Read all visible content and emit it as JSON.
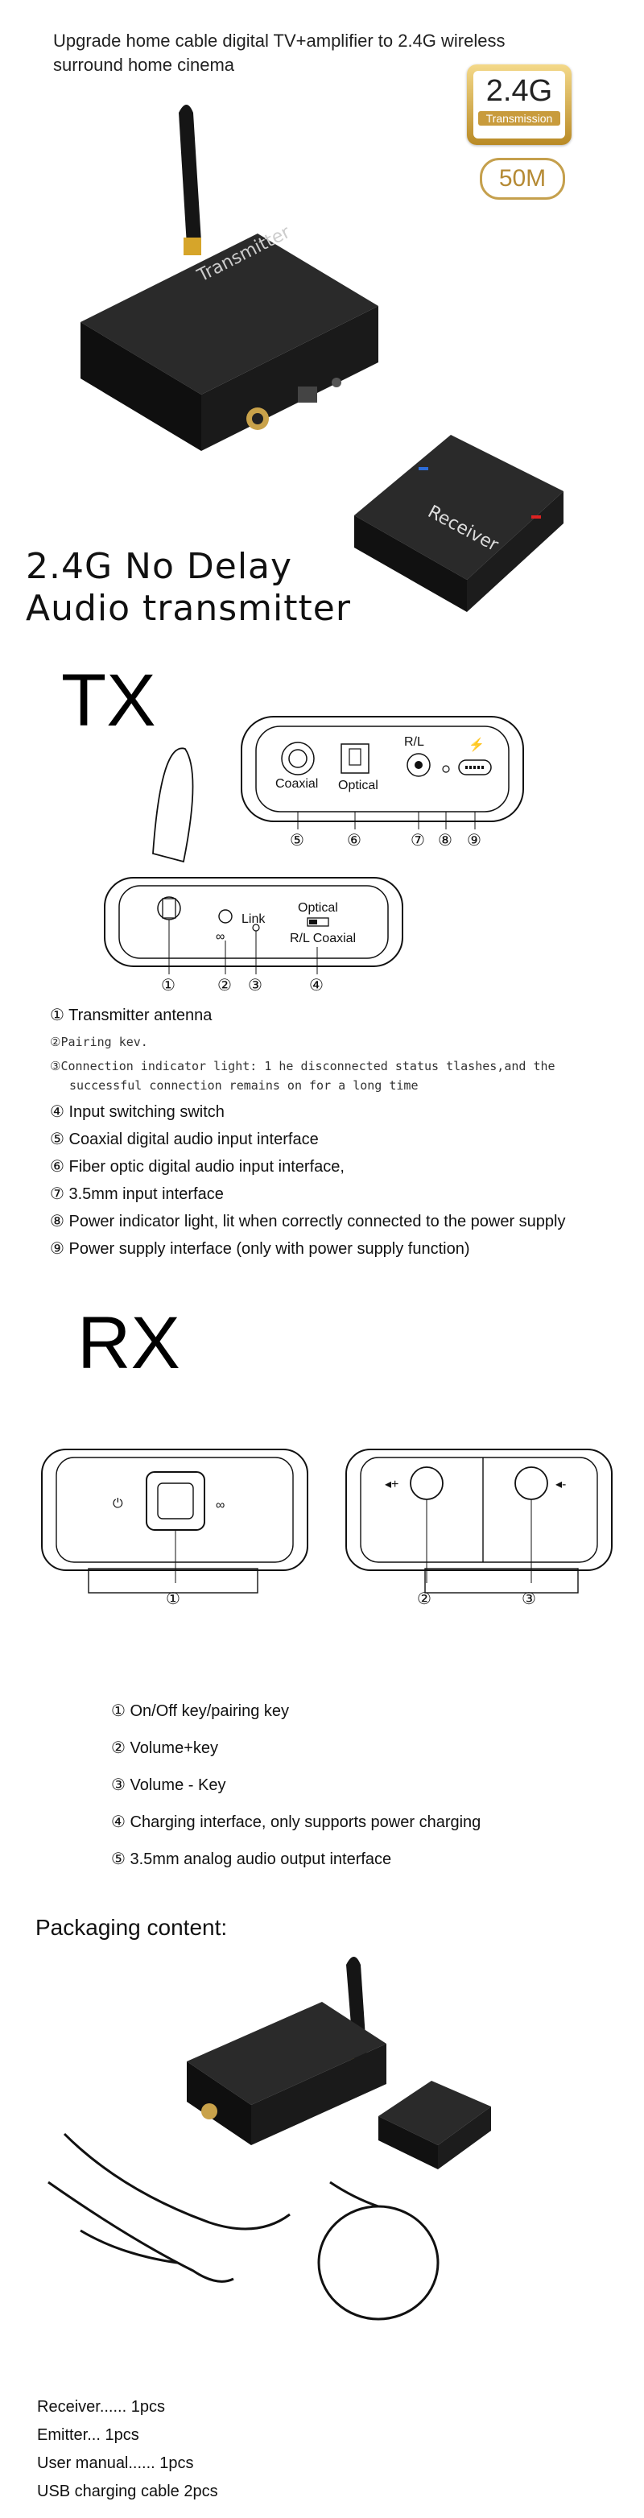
{
  "hero": {
    "title": "Upgrade home cable digital TV+amplifier to 2.4G wireless surround home cinema",
    "badge_main": "2.4G",
    "badge_sub": "Transmission",
    "pill": "50M",
    "transmitter_label": "Transmitter",
    "receiver_label": "Receiver",
    "headline_line1": "2.4G No Delay",
    "headline_line2": "Audio transmitter"
  },
  "tx": {
    "title": "TX",
    "diagram_labels": {
      "coaxial": "Coaxial",
      "optical": "Optical",
      "rl": "R/L",
      "link": "Link",
      "optical_switch": "Optical",
      "rl_coaxial": "R/L  Coaxial"
    },
    "markers": [
      "①",
      "②",
      "③",
      "④",
      "⑤",
      "⑥",
      "⑦",
      "⑧",
      "⑨"
    ],
    "items": [
      {
        "marker": "①",
        "text": "Transmitter antenna",
        "mono": false
      },
      {
        "marker": "②",
        "text": "Pairing kev.",
        "mono": true
      },
      {
        "marker": "③",
        "text": "Connection indicator light: 1 he disconnected status tlashes,and the successful connection remains on for a long time",
        "mono": true
      },
      {
        "marker": "④",
        "text": "Input switching switch",
        "mono": false
      },
      {
        "marker": "⑤",
        "text": "Coaxial digital audio input interface",
        "mono": false
      },
      {
        "marker": "⑥",
        "text": "Fiber optic digital audio input interface,",
        "mono": false
      },
      {
        "marker": "⑦",
        "text": "3.5mm input interface",
        "mono": false
      },
      {
        "marker": "⑧",
        "text": "Power indicator light, lit when correctly connected to the power supply",
        "mono": false
      },
      {
        "marker": "⑨",
        "text": "Power supply interface (only with power supply function)",
        "mono": false
      }
    ]
  },
  "rx": {
    "title": "RX",
    "markers": [
      "①",
      "②",
      "③"
    ],
    "items": [
      {
        "marker": "①",
        "text": "On/Off key/pairing key"
      },
      {
        "marker": "②",
        "text": "Volume+key"
      },
      {
        "marker": "③",
        "text": "Volume - Key"
      },
      {
        "marker": "④",
        "text": "Charging interface, only supports power charging"
      },
      {
        "marker": "⑤",
        "text": "3.5mm analog audio output interface"
      }
    ]
  },
  "packaging": {
    "title": "Packaging content:",
    "items": [
      "Receiver...... 1pcs",
      "Emitter... 1pcs",
      "User manual...... 1pcs",
      "USB charging cable 2pcs"
    ]
  },
  "colors": {
    "gold": "#c89b3c",
    "device": "#1b1b1b",
    "accent_blue": "#2d6cd8",
    "accent_red": "#d22"
  }
}
